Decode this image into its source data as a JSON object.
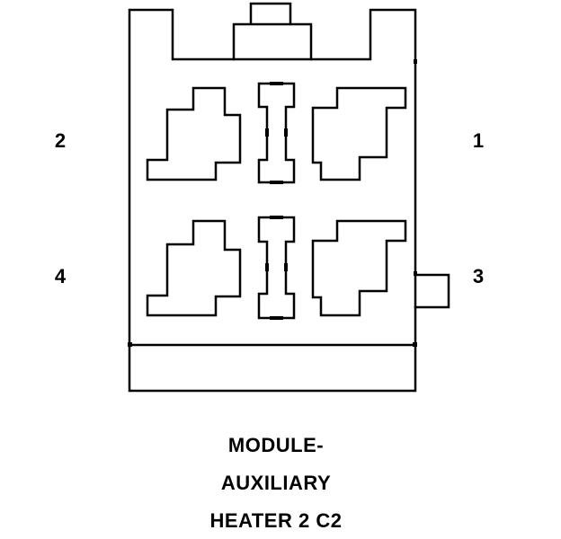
{
  "pins": [
    {
      "number": "1"
    },
    {
      "number": "2"
    },
    {
      "number": "3"
    },
    {
      "number": "4"
    }
  ],
  "title_lines": [
    "MODULE-",
    "AUXILIARY",
    "HEATER 2 C2"
  ],
  "colors": {
    "line": "#000000",
    "background": "#ffffff"
  }
}
